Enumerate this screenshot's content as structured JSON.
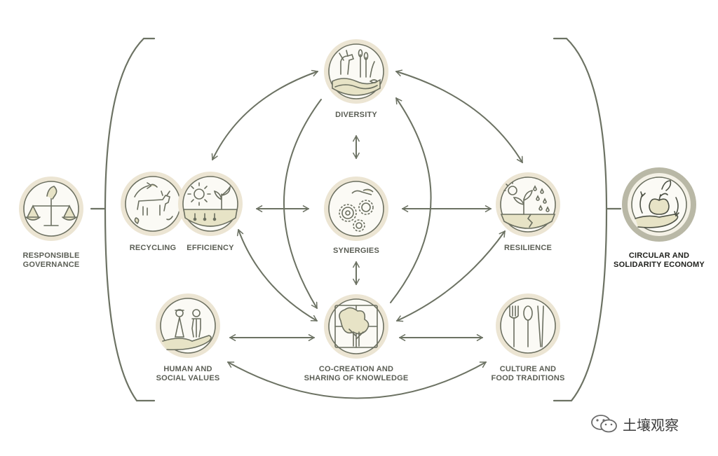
{
  "colors": {
    "arrow": "#6c7263",
    "ring": "#ece5d3",
    "ring_dark": "#b9b8a6",
    "icon": "#6b6f60",
    "fill": "#e7e3c6",
    "label": "#5b5e55"
  },
  "nodes": {
    "diversity": {
      "label": "DIVERSITY",
      "icon": "diversity-icon"
    },
    "synergies": {
      "label": "SYNERGIES",
      "icon": "gears-icon"
    },
    "recycling": {
      "label": "RECYCLING",
      "icon": "cow-recycling-icon"
    },
    "efficiency": {
      "label": "EFFICIENCY",
      "icon": "sun-sprout-icon"
    },
    "resilience": {
      "label": "RESILIENCE",
      "icon": "rain-plant-icon"
    },
    "human_social": {
      "label": "HUMAN AND\nSOCIAL VALUES",
      "icon": "people-hand-icon"
    },
    "cocreation": {
      "label": "CO-CREATION AND\nSHARING OF KNOWLEDGE",
      "icon": "tree-puzzle-icon"
    },
    "culture_food": {
      "label": "CULTURE AND\nFOOD TRADITIONS",
      "icon": "cutlery-icon"
    },
    "responsible_governance": {
      "label": "RESPONSIBLE\nGOVERNANCE",
      "icon": "scales-icon"
    },
    "circular_economy": {
      "label": "CIRCULAR AND\nSOLIDARITY ECONOMY",
      "icon": "apple-hand-icon"
    }
  },
  "watermark": {
    "text": "土壤观察",
    "icon": "wechat-icon"
  }
}
